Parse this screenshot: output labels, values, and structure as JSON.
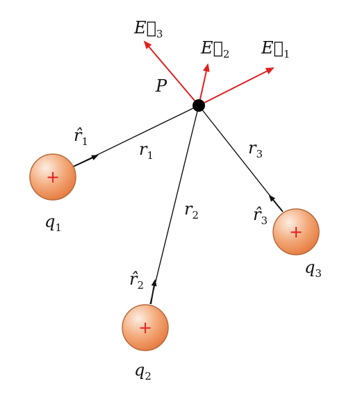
{
  "point": {
    "name": "P"
  },
  "charges": [
    {
      "symbol": "q",
      "index": "1",
      "sign": "+",
      "dist_symbol": "r",
      "unit_symbol": "r̂"
    },
    {
      "symbol": "q",
      "index": "2",
      "sign": "+",
      "dist_symbol": "r",
      "unit_symbol": "r̂"
    },
    {
      "symbol": "q",
      "index": "3",
      "sign": "+",
      "dist_symbol": "r",
      "unit_symbol": "r̂"
    }
  ],
  "fields": [
    {
      "symbol": "E⃗",
      "index": "1"
    },
    {
      "symbol": "E⃗",
      "index": "2"
    },
    {
      "symbol": "E⃗",
      "index": "3"
    }
  ],
  "colors": {
    "field_arrow": "#e02020",
    "line": "#111111",
    "charge_fill_light": "#fbe3cf",
    "charge_fill_dark": "#e9864e",
    "charge_stroke": "#b86a3f",
    "plus_sign": "#e02020",
    "point": "#000000"
  }
}
